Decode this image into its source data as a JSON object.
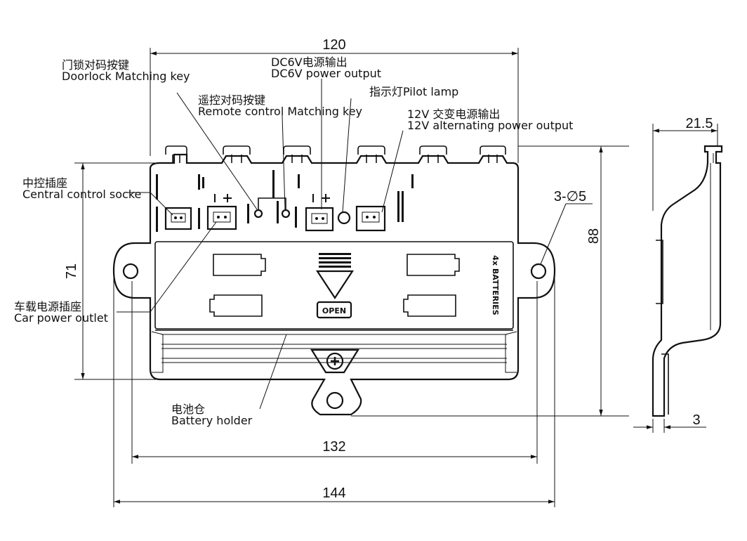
{
  "dimensions": {
    "width_120": "120",
    "width_132": "132",
    "width_144": "144",
    "height_71": "71",
    "height_88": "88",
    "depth_21_5": "21.5",
    "thickness_3": "3",
    "holes": "3-∅5"
  },
  "labels": {
    "doorlock_cn": "门锁对码按键",
    "doorlock_en": "Doorlock Matching key",
    "remote_cn": "遥控对码按键",
    "remote_en": "Remote control Matching key",
    "dc6v_cn": "DC6V电源输出",
    "dc6v_en": "DC6V power output",
    "pilot": "指示灯Pilot lamp",
    "ac12v_cn": "12V 交变电源输出",
    "ac12v_en": "12V alternating power output",
    "central_cn": "中控插座",
    "central_en": "Central control socke",
    "car_cn": "车载电源插座",
    "car_en": "Car power outlet",
    "battery_cn": "电池仓",
    "battery_en": "Battery holder"
  },
  "board_print": {
    "open": "OPEN",
    "batteries": "4x BATTERIES"
  },
  "colors": {
    "line": "#111111",
    "background": "#ffffff"
  }
}
